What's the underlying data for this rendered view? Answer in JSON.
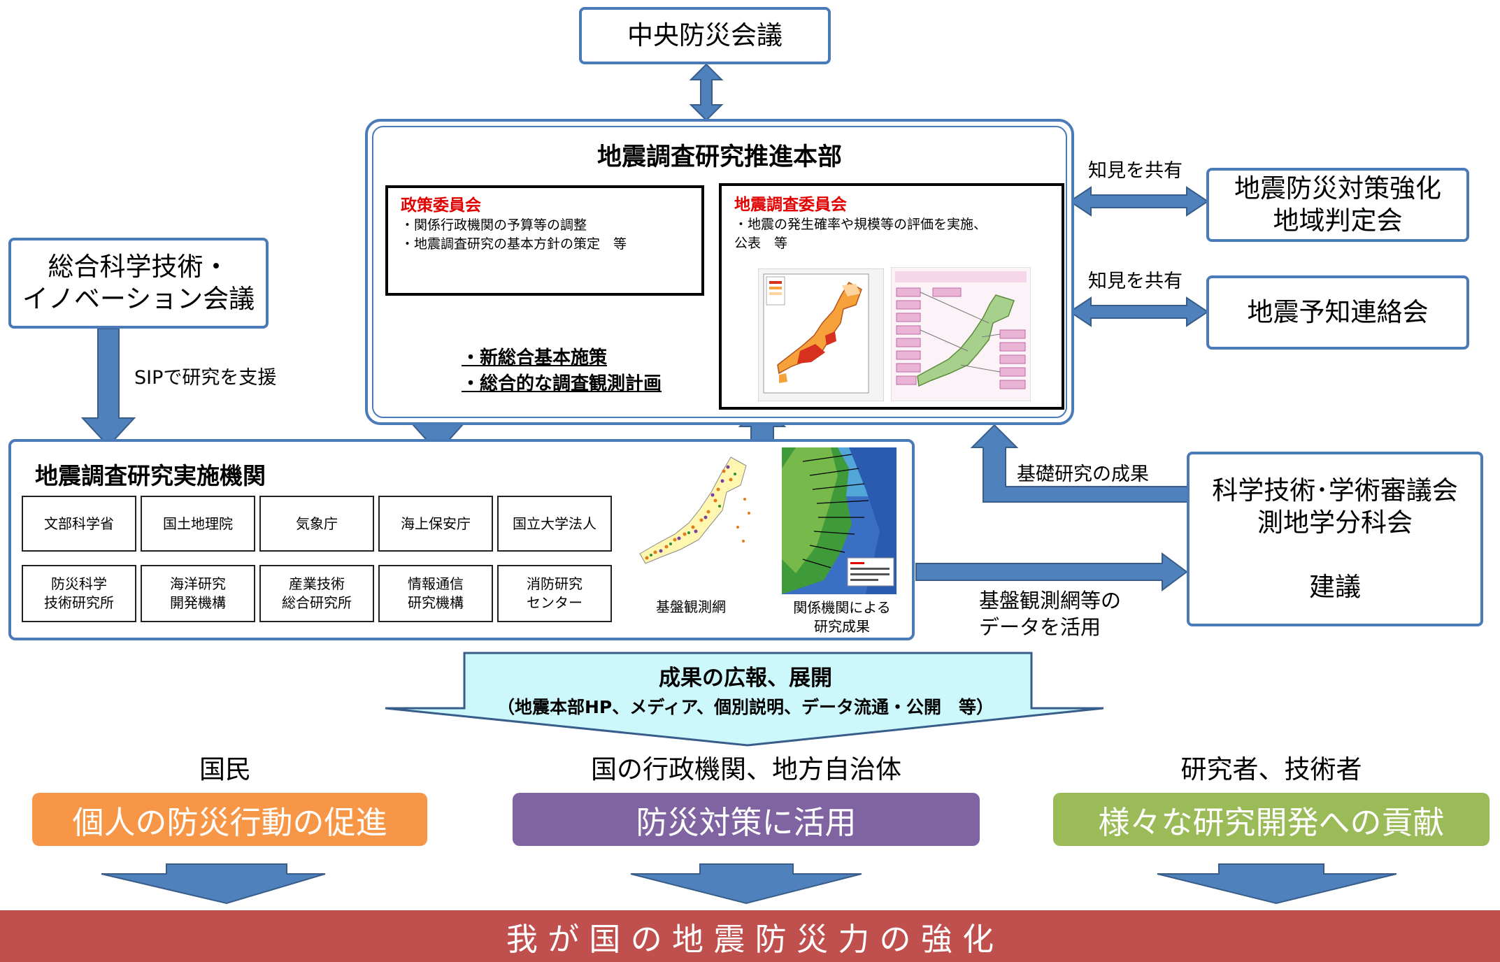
{
  "top": {
    "council": "中央防災会議"
  },
  "hq": {
    "title": "地震調査研究推進本部",
    "policy": {
      "title": "政策委員会",
      "items": [
        "・関係行政機関の予算等の調整",
        "・地震調査研究の基本方針の策定　等"
      ]
    },
    "survey": {
      "title": "地震調査委員会",
      "items": [
        "・地震の発生確率や規模等の評価を実施、",
        "公表　等"
      ]
    },
    "plans": [
      "・新総合基本施策",
      "・総合的な調査観測計画"
    ]
  },
  "right": {
    "share1": "知見を共有",
    "share2": "知見を共有",
    "box1": [
      "地震防災対策強化",
      "地域判定会"
    ],
    "box2": "地震予知連絡会",
    "basic_research": "基礎研究の成果",
    "science": [
      "科学技術･学術審議会",
      "測地学分科会"
    ],
    "science_action": "建議",
    "data_use": [
      "基盤観測網等の",
      "データを活用"
    ]
  },
  "left": {
    "csti": [
      "総合科学技術・",
      "イノベーション会議"
    ],
    "sip": "SIPで研究を支援"
  },
  "impl": {
    "title": "地震調査研究実施機関",
    "orgs_row1": [
      "文部科学省",
      "国土地理院",
      "気象庁",
      "海上保安庁",
      "国立大学法人"
    ],
    "orgs_row2": [
      [
        "防災科学",
        "技術研究所"
      ],
      [
        "海洋研究",
        "開発機構"
      ],
      [
        "産業技術",
        "総合研究所"
      ],
      [
        "情報通信",
        "研究機構"
      ],
      [
        "消防研究",
        "センター"
      ]
    ],
    "map_caption": "基盤観測網",
    "results_caption": [
      "関係機関による",
      "研究成果"
    ]
  },
  "outreach": {
    "title": "成果の広報、展開",
    "detail": "（地震本部HP、メディア、個別説明、データ流通・公開　等）"
  },
  "audiences": [
    {
      "who": "国民",
      "effect": "個人の防災行動の促進",
      "color": "#f79646"
    },
    {
      "who": "国の行政機関、地方自治体",
      "effect": "防災対策に活用",
      "color": "#8064a2"
    },
    {
      "who": "研究者、技術者",
      "effect": "様々な研究開発への貢献",
      "color": "#9bbb59"
    }
  ],
  "bottom": {
    "label": "我 が 国 の 地 震 防 災 力 の 強 化",
    "color": "#c0504d"
  },
  "colors": {
    "arrow": "#4f81bd",
    "arrow_edge": "#385d8a",
    "box_border": "#4a7ab8",
    "policy_red": "#e00000",
    "outreach_fill": "#ccf7fb"
  }
}
